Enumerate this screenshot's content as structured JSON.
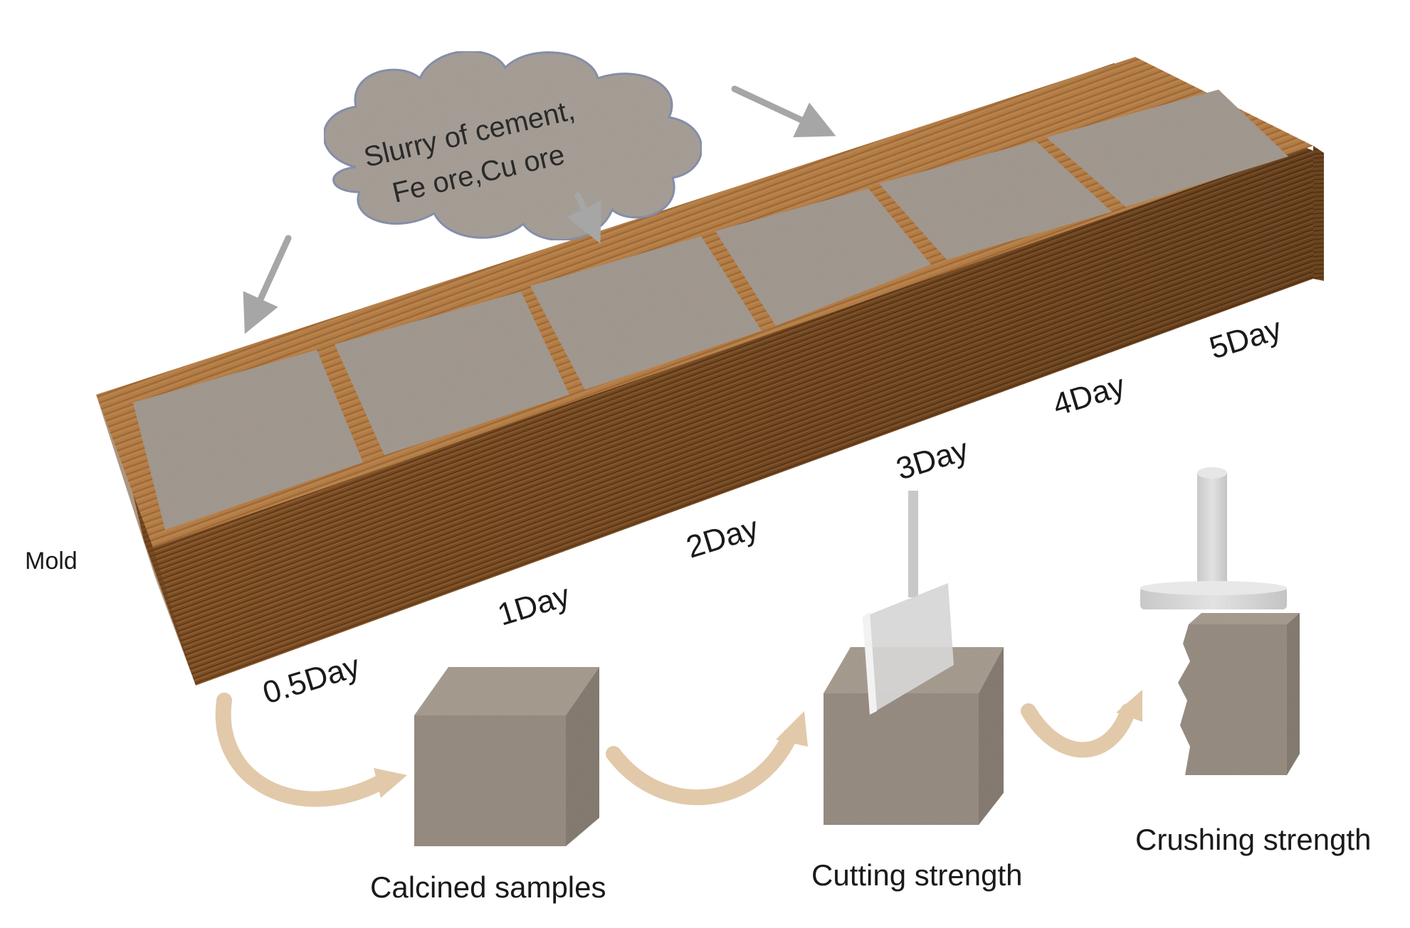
{
  "cloud": {
    "line1": "Slurry of cement,",
    "line2": "Fe ore,Cu ore"
  },
  "mold_label": "Mold",
  "day_labels": [
    "0.5Day",
    "1Day",
    "2Day",
    "3Day",
    "4Day",
    "5Day"
  ],
  "captions": {
    "calcined": "Calcined samples",
    "cutting": "Cutting strength",
    "crushing": "Crushing strength"
  },
  "colors": {
    "wood": "#8a5a2c",
    "wood_light": "#b07a44",
    "sample": "#a29990",
    "arrow": "#a6a6a6",
    "curve_arrow": "#e2c9aa",
    "tool": "#d4d4d4"
  }
}
